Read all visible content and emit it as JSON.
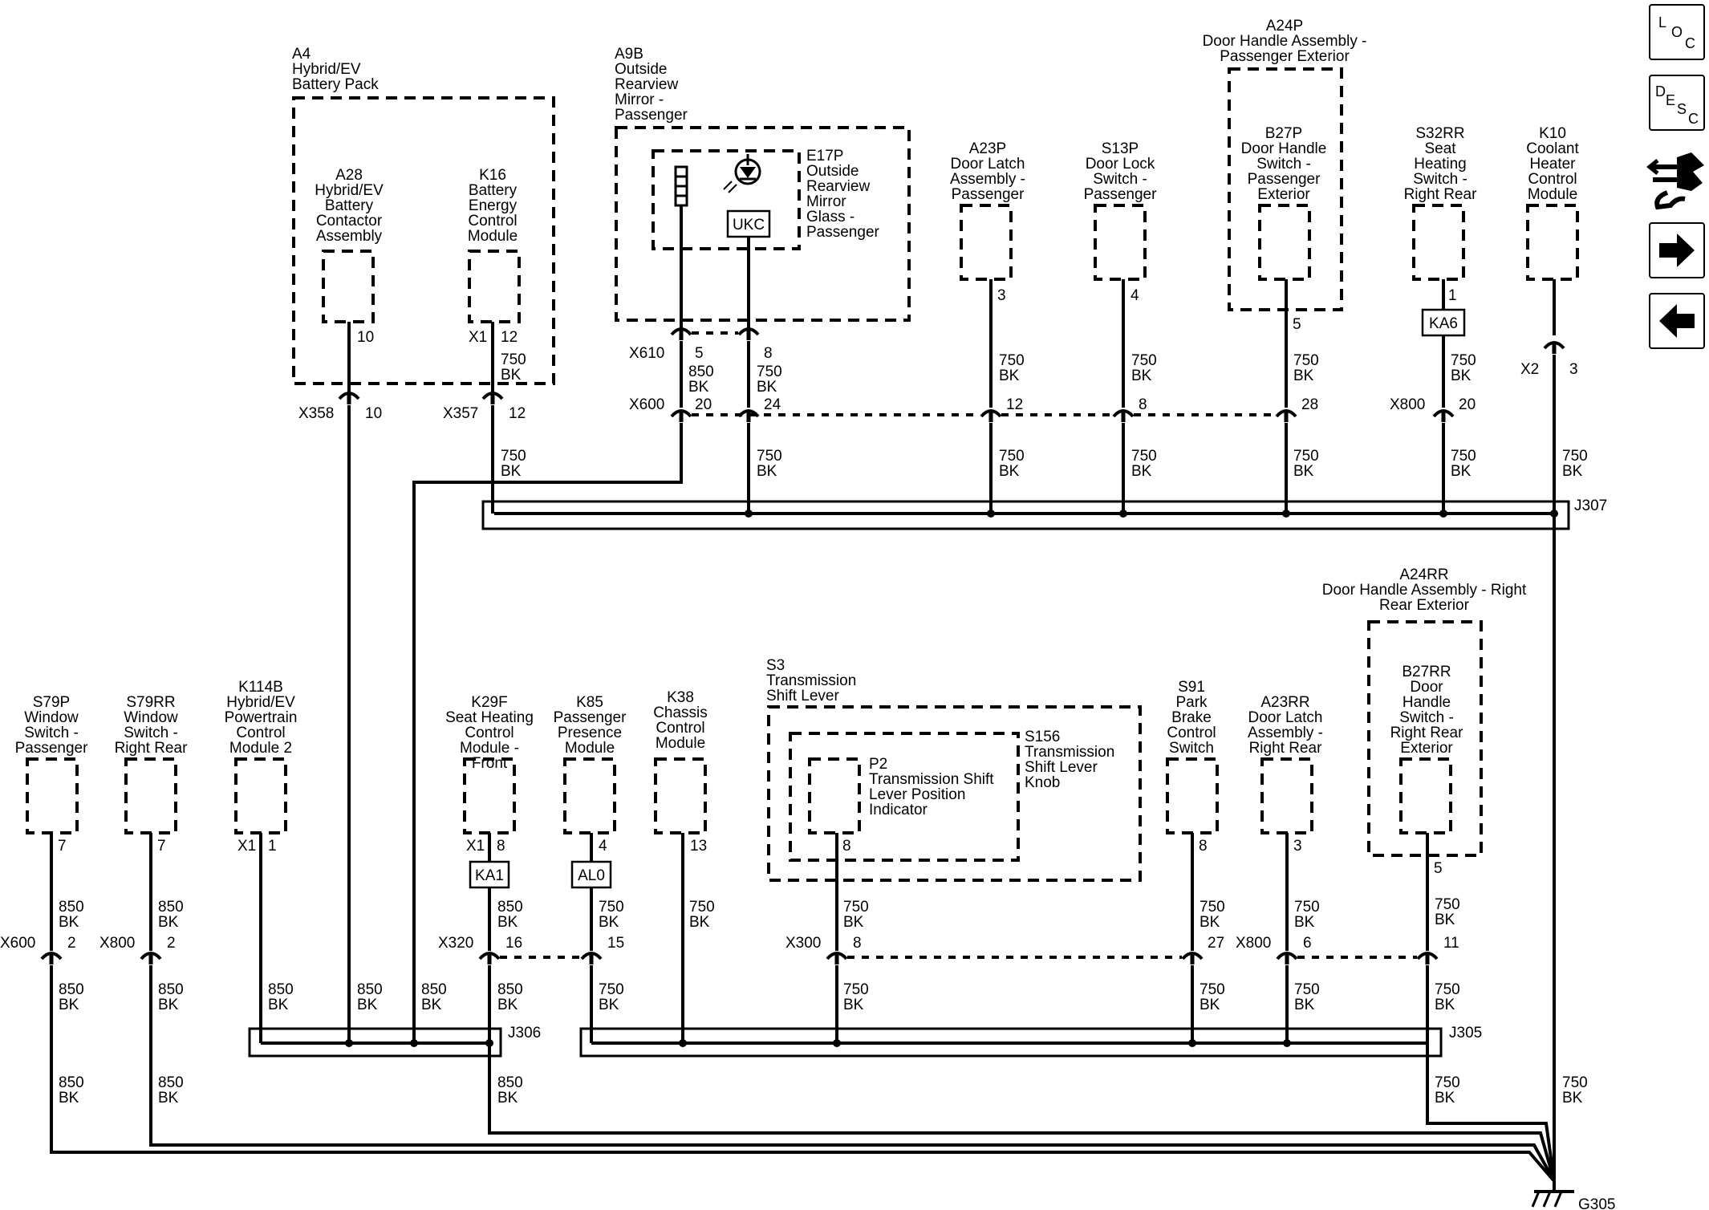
{
  "side_buttons": {
    "loc": {
      "chars": [
        "L",
        "O",
        "C"
      ]
    },
    "desc": {
      "chars": [
        "D",
        "E",
        "S",
        "C"
      ]
    },
    "connector_icon": "connector-view-icon",
    "next_icon": "right-arrow-icon",
    "prev_icon": "left-arrow-icon"
  },
  "components": {
    "a4": [
      "A4",
      "Hybrid/EV",
      "Battery Pack"
    ],
    "a28": [
      "A28",
      "Hybrid/EV",
      "Battery",
      "Contactor",
      "Assembly"
    ],
    "k16": [
      "K16",
      "Battery",
      "Energy",
      "Control",
      "Module"
    ],
    "a9b": [
      "A9B",
      "Outside",
      "Rearview",
      "Mirror -",
      "Passenger"
    ],
    "e17p": [
      "E17P",
      "Outside",
      "Rearview",
      "Mirror",
      "Glass -",
      "Passenger"
    ],
    "ukc": "UKC",
    "a23p": [
      "A23P",
      "Door Latch",
      "Assembly -",
      "Passenger"
    ],
    "s13p": [
      "S13P",
      "Door Lock",
      "Switch -",
      "Passenger"
    ],
    "a24p": [
      "A24P",
      "Door Handle Assembly -",
      "Passenger Exterior"
    ],
    "b27p": [
      "B27P",
      "Door Handle",
      "Switch -",
      "Passenger",
      "Exterior"
    ],
    "s32rr": [
      "S32RR",
      "Seat",
      "Heating",
      "Switch -",
      "Right Rear"
    ],
    "k10": [
      "K10",
      "Coolant",
      "Heater",
      "Control",
      "Module"
    ],
    "s79p": [
      "S79P",
      "Window",
      "Switch -",
      "Passenger"
    ],
    "s79rr": [
      "S79RR",
      "Window",
      "Switch -",
      "Right Rear"
    ],
    "k114b": [
      "K114B",
      "Hybrid/EV",
      "Powertrain",
      "Control",
      "Module 2"
    ],
    "k29f": [
      "K29F",
      "Seat Heating",
      "Control",
      "Module -",
      "Front"
    ],
    "k85": [
      "K85",
      "Passenger",
      "Presence",
      "Module"
    ],
    "k38": [
      "K38",
      "Chassis",
      "Control",
      "Module"
    ],
    "s3": [
      "S3",
      "Transmission",
      "Shift Lever"
    ],
    "s156": [
      "S156",
      "Transmission",
      "Shift Lever",
      "Knob"
    ],
    "p2": [
      "P2",
      "Transmission Shift",
      "Lever Position",
      "Indicator"
    ],
    "s91": [
      "S91",
      "Park",
      "Brake",
      "Control",
      "Switch"
    ],
    "a23rr": [
      "A23RR",
      "Door Latch",
      "Assembly -",
      "Right Rear"
    ],
    "a24rr": [
      "A24RR",
      "Door Handle Assembly - Right",
      "Rear Exterior"
    ],
    "b27rr": [
      "B27RR",
      "Door",
      "Handle",
      "Switch -",
      "Right Rear",
      "Exterior"
    ]
  },
  "option_codes": {
    "ka6": "KA6",
    "ka1": "KA1",
    "al0": "AL0"
  },
  "splices": {
    "j307": "J307",
    "j306": "J306",
    "j305": "J305"
  },
  "ground": "G305",
  "connectors": {
    "x358": "X358",
    "x357": "X357",
    "x610": "X610",
    "x600": "X600",
    "x800": "X800",
    "x2": "X2",
    "x1": "X1",
    "x320": "X320",
    "x300": "X300"
  },
  "wire_750": [
    "750",
    "BK"
  ],
  "wire_850": [
    "850",
    "BK"
  ],
  "pins": {
    "a28": "10",
    "k16": "12",
    "x358": "10",
    "x357": "12",
    "x610a": "5",
    "x610b": "8",
    "x600a": "20",
    "x600b": "24",
    "a23p": "3",
    "a23p_x600": "12",
    "s13p": "4",
    "s13p_x600": "8",
    "b27p": "5",
    "b27p_x600": "28",
    "s32rr": "1",
    "s32rr_x800": "20",
    "k10_x2": "3",
    "s79p": "7",
    "s79p_x600": "2",
    "s79rr": "7",
    "s79rr_x800": "2",
    "k114b": "1",
    "k29f": "8",
    "k29f_x320": "16",
    "k85": "4",
    "k85_x320": "15",
    "k38": "13",
    "p2": "8",
    "p2_x300": "8",
    "s91": "8",
    "s91_x300": "27",
    "a23rr": "3",
    "a23rr_x800": "6",
    "b27rr": "5",
    "b27rr_x800": "11"
  }
}
